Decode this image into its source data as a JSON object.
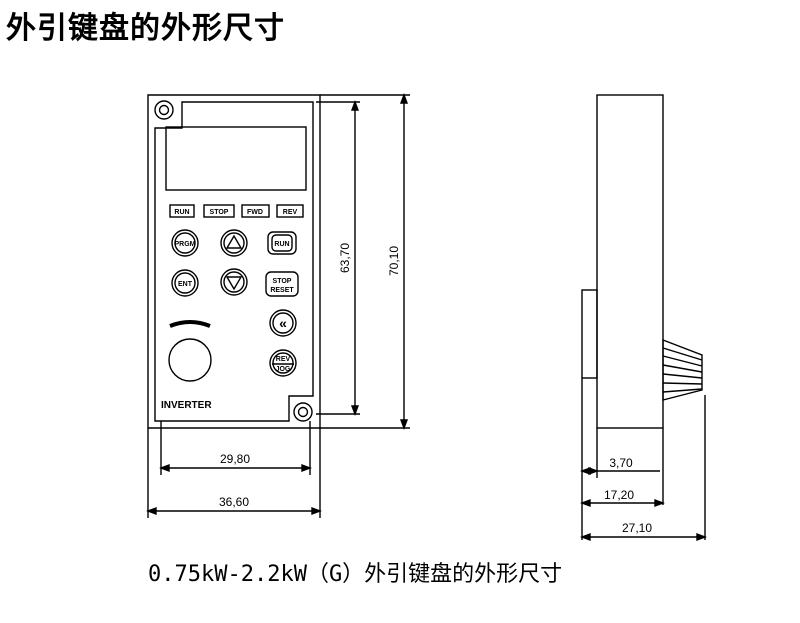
{
  "title": "外引键盘的外形尺寸",
  "caption": "0.75kW-2.2kW（G）外引键盘的外形尺寸",
  "front_view": {
    "indicator_labels": [
      "RUN",
      "STOP",
      "FWD",
      "REV"
    ],
    "buttons": {
      "prgm": "PRGM",
      "ent": "ENT",
      "run": "RUN",
      "stop_reset_line1": "STOP",
      "stop_reset_line2": "RESET",
      "rev_line1": "REV",
      "rev_line2": "JOG"
    },
    "brand": "INVERTER"
  },
  "dimensions": {
    "inner_width": "29,80",
    "outer_width": "36,60",
    "inner_height": "63,70",
    "outer_height": "70,10",
    "side_step": "3,70",
    "side_body": "17,20",
    "side_total": "27,10"
  }
}
